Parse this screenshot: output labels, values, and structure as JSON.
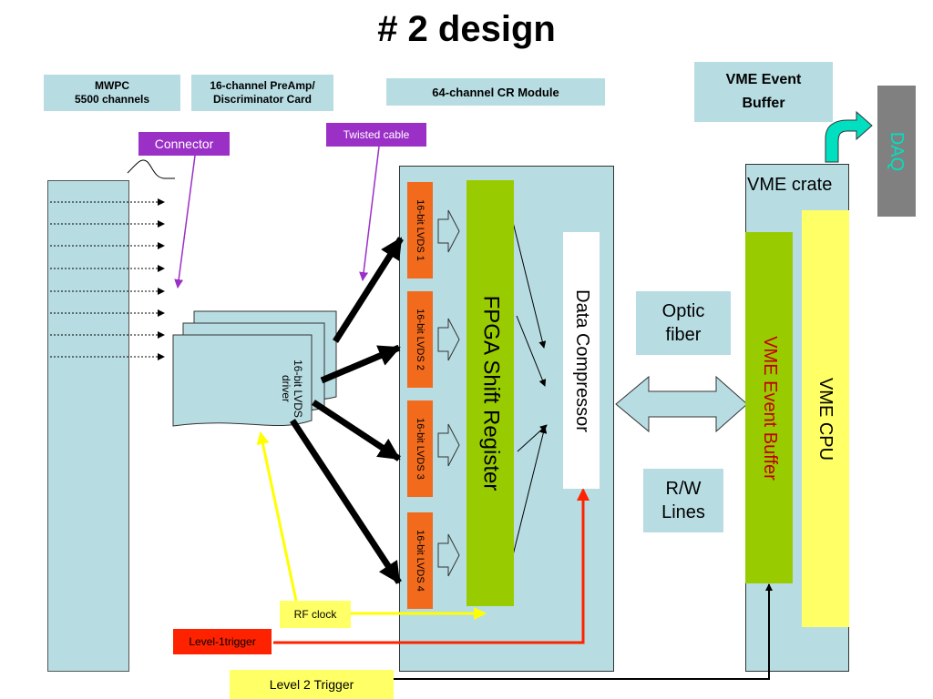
{
  "title": "# 2 design",
  "labels": {
    "mwpc_line1": "MWPC",
    "mwpc_line2": "5500 channels",
    "preamp_line1": "16-channel PreAmp/",
    "preamp_line2": "Discriminator Card",
    "cr_module": "64-channel CR Module",
    "vme_event_buffer_top_line1": "VME Event",
    "vme_event_buffer_top_line2": "Buffer",
    "daq": "DAQ",
    "connector": "Connector",
    "twisted_cable": "Twisted cable",
    "lvds_driver_line1": "16-bit LVDS",
    "lvds_driver_line2": "driver",
    "vme_crate": "VME crate",
    "lvds_1": "16-bit LVDS 1",
    "lvds_2": "16-bit LVDS 2",
    "lvds_3": "16-bit LVDS 3",
    "lvds_4": "16-bit LVDS 4",
    "fpga": "FPGA Shift Register",
    "data_compressor": "Data Compressor",
    "optic_fiber_line1": "Optic",
    "optic_fiber_line2": "fiber",
    "rw_line1": "R/W",
    "rw_line2": "Lines",
    "vme_event_buffer": "VME Event Buffer",
    "vme_cpu": "VME CPU",
    "rf_clock": "RF clock",
    "level1": "Level-1trigger",
    "level2": "Level 2 Trigger"
  },
  "colors": {
    "light_blue": "#b7dde3",
    "purple": "#9b30c7",
    "orange": "#f26a1b",
    "green": "#99cc00",
    "yellow": "#ffff66",
    "red": "#ff2200",
    "grey": "#808080",
    "teal": "#00e0c0",
    "dark_red": "#c00000"
  }
}
